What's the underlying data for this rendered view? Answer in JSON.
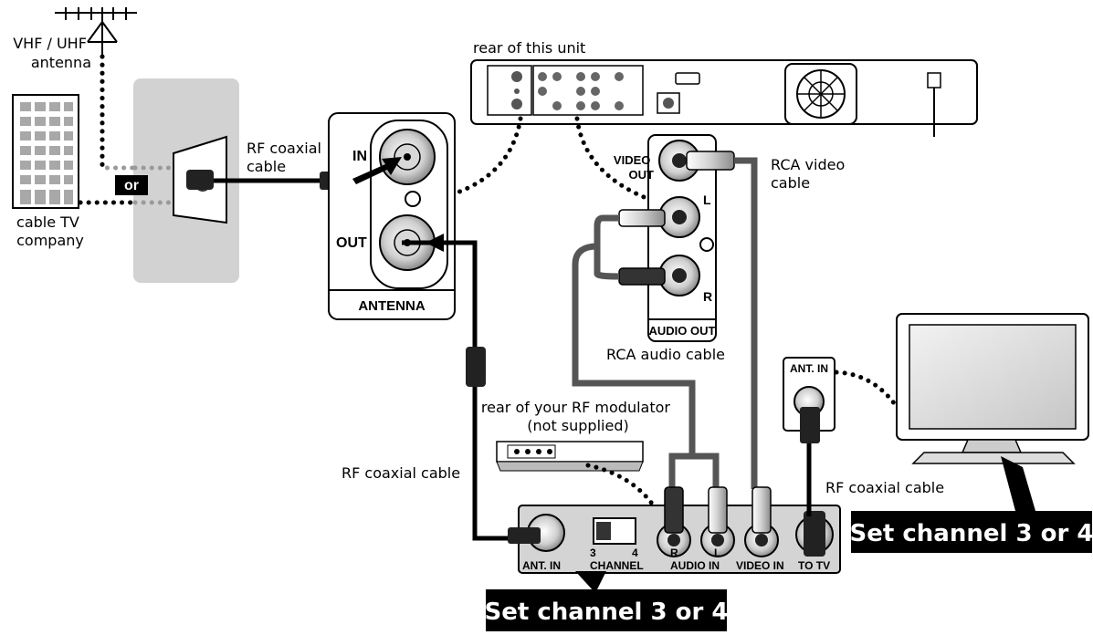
{
  "labels": {
    "antenna": [
      "VHF / UHF",
      "antenna"
    ],
    "or": "or",
    "cable_company": [
      "cable TV",
      "company"
    ],
    "rf_coaxial_top": [
      "RF coaxial",
      "cable"
    ],
    "antenna_in": "IN",
    "antenna_out": "OUT",
    "antenna_panel": "ANTENNA",
    "rear_unit": "rear of this unit",
    "video_out": [
      "VIDEO",
      "OUT"
    ],
    "audio_l": "L",
    "audio_r": "R",
    "audio_out": "AUDIO OUT",
    "rca_video_cable": [
      "RCA video",
      "cable"
    ],
    "rca_audio_cable": "RCA audio cable",
    "rf_modulator": [
      "rear of your RF modulator",
      "(not supplied)"
    ],
    "rf_coaxial_left": "RF coaxial cable",
    "rf_coaxial_right": "RF coaxial cable",
    "tv_ant_in": "ANT. IN",
    "mod_ant_in": "ANT. IN",
    "mod_channel": "CHANNEL",
    "mod_ch3": "3",
    "mod_ch4": "4",
    "mod_audio_in": "AUDIO IN",
    "mod_r": "R",
    "mod_l": "L",
    "mod_video_in": "VIDEO IN",
    "mod_to_tv": "TO TV"
  },
  "callouts": {
    "tv": "Set channel 3 or 4",
    "modulator": "Set channel 3 or 4"
  }
}
